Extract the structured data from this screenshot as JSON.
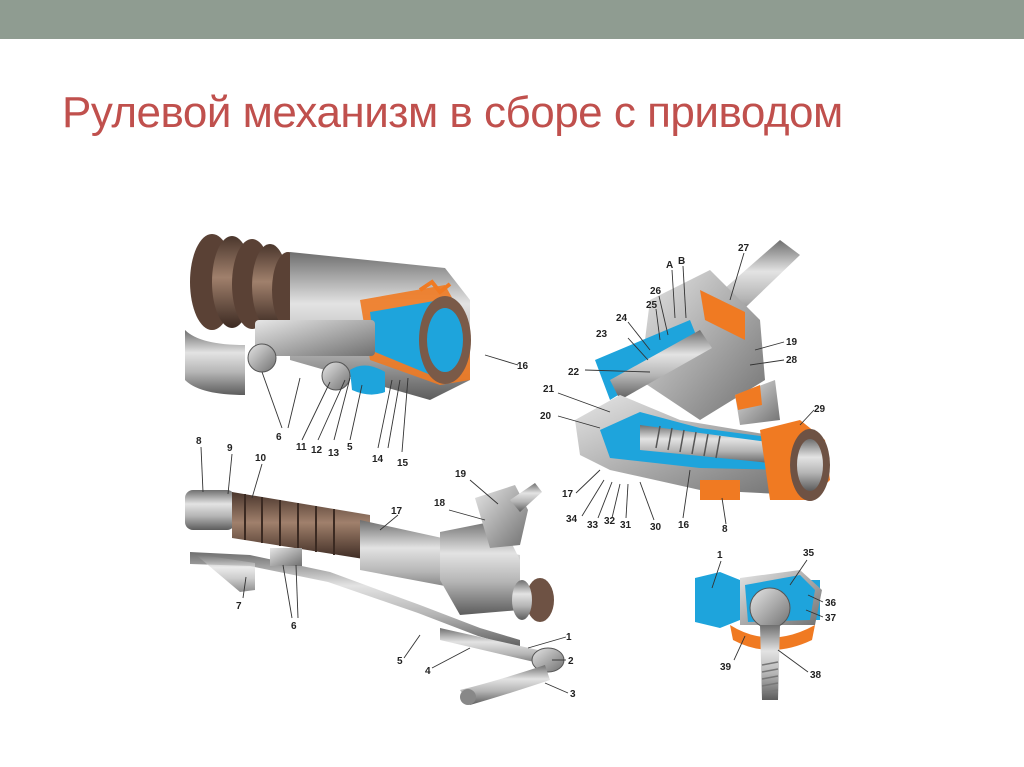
{
  "slide": {
    "title": "Рулевой механизм в сборе с приводом",
    "accent_color": "#c0504d",
    "top_bar_color": "#8f9c91"
  },
  "diagram": {
    "colors": {
      "metal": "#a9a9a9",
      "bellows": "#6e5244",
      "section_blue": "#1ea4dc",
      "section_orange": "#f07a22"
    },
    "callouts": {
      "c1": "1",
      "c2": "2",
      "c3": "3",
      "c4": "4",
      "c5": "5",
      "c5b": "5",
      "c6a": "6",
      "c6b": "6",
      "c7": "7",
      "c8a": "8",
      "c8b": "8",
      "c9": "9",
      "c10": "10",
      "c11": "11",
      "c12": "12",
      "c13": "13",
      "c14": "14",
      "c15": "15",
      "c16a": "16",
      "c16b": "16",
      "c17a": "17",
      "c17b": "17",
      "c18": "18",
      "c19a": "19",
      "c19b": "19",
      "c20": "20",
      "c21": "21",
      "c22": "22",
      "c23": "23",
      "c24": "24",
      "c25": "25",
      "c26": "26",
      "c27": "27",
      "c28": "28",
      "c29": "29",
      "c30": "30",
      "c31": "31",
      "c32": "32",
      "c33": "33",
      "c34": "34",
      "c35": "35",
      "c36": "36",
      "c37": "37",
      "c38": "38",
      "c39": "39",
      "c1b": "1",
      "cA": "А",
      "cB": "В"
    }
  }
}
